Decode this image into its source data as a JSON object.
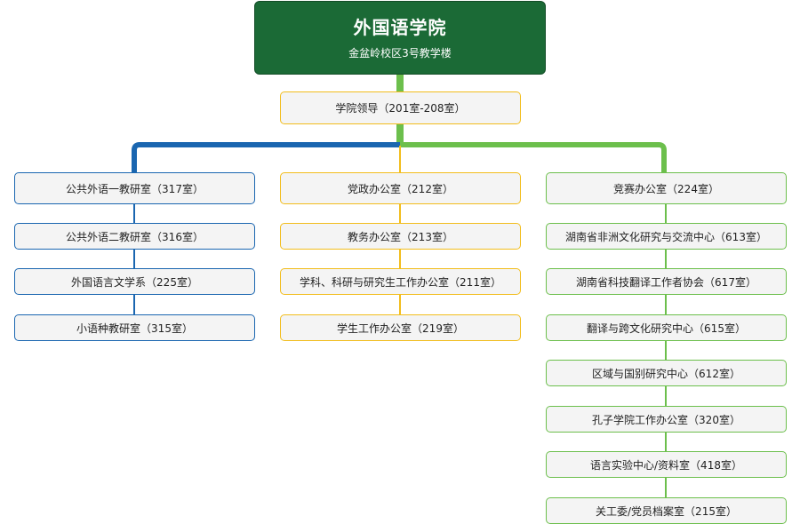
{
  "root": {
    "title": "外国语学院",
    "subtitle": "金盆岭校区3号教学楼"
  },
  "leadership": {
    "label": "学院领导（201室-208室）"
  },
  "colors": {
    "root_fill": "#1b6a36",
    "blue": "#1a66b0",
    "yellow": "#f2bd1c",
    "green": "#6cbf4c",
    "node_fill": "#f4f4f4"
  },
  "columns": [
    {
      "color": "blue",
      "items": [
        "公共外语一教研室（317室）",
        "公共外语二教研室（316室）",
        "外国语言文学系（225室）",
        "小语种教研室（315室）"
      ]
    },
    {
      "color": "yellow",
      "items": [
        "党政办公室（212室）",
        "教务办公室（213室）",
        "学科、科研与研究生工作办公室（211室）",
        "学生工作办公室（219室）"
      ]
    },
    {
      "color": "green",
      "items": [
        "竞赛办公室（224室）",
        "湖南省非洲文化研究与交流中心（613室）",
        "湖南省科技翻译工作者协会（617室）",
        "翻译与跨文化研究中心（615室）",
        "区域与国别研究中心（612室）",
        "孔子学院工作办公室（320室）",
        "语言实验中心/资料室（418室）",
        "关工委/党员档案室（215室）"
      ]
    }
  ]
}
